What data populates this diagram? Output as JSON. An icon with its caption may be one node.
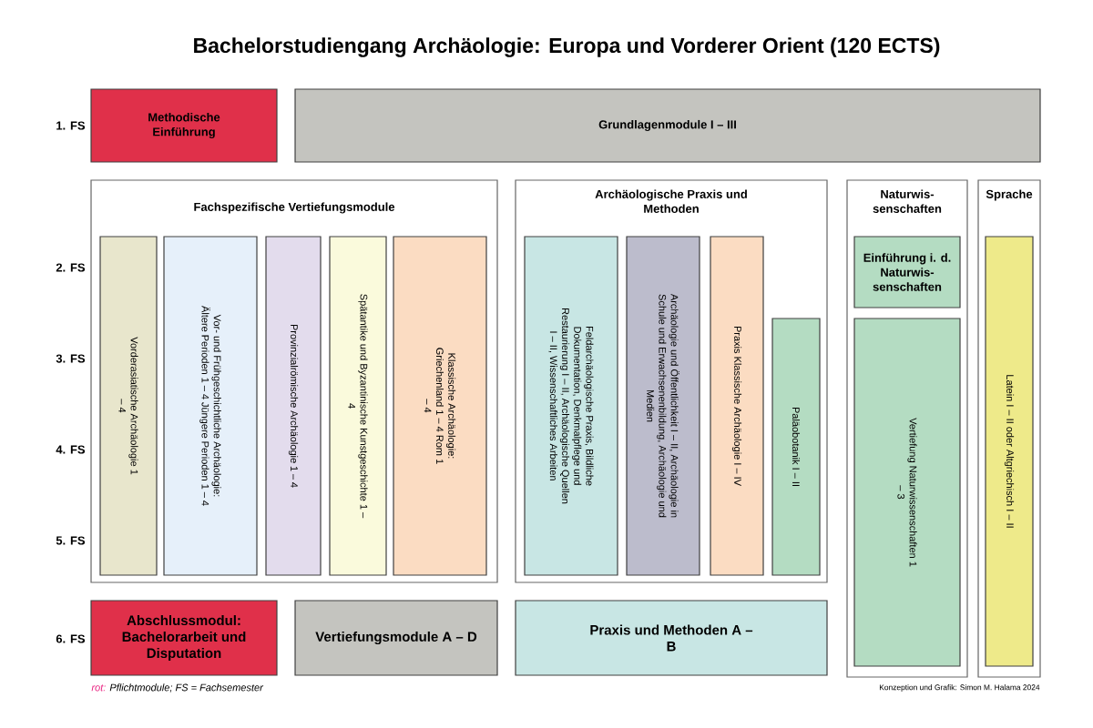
{
  "diagram": {
    "title": "Bachelorstudiengang Archäologie: Europa und Vorderer Orient (120 ECTS)",
    "nodes": [
      {
        "text": [
          "Methodische Einführung"
        ]
      },
      {
        "text": [
          "Grundlagenmodule I – III"
        ]
      },
      {
        "text": [
          "Fachspezifische Vertiefungsmodule"
        ]
      },
      {
        "text": [
          "Vorderasiatische Archäologie 1 – 4"
        ],
        "in": 2
      },
      {
        "text": [
          "Vor- und Frühgeschichtliche Archäologie: Ältere Perioden 1 – 4 Jüngere Perioden 1 – 4"
        ],
        "in": 2
      },
      {
        "text": [
          "Provinzialrömische Archäologie 1 – 4"
        ],
        "in": 2
      },
      {
        "text": [
          "Spätantike und Byzantinische Kunstgeschichte 1 – 4"
        ],
        "in": 2
      },
      {
        "text": [
          "Klassische Archäologie: Griechenland 1 – 4 Rom 1 – 4"
        ],
        "in": 2
      },
      {
        "text": [
          "Archäologische Praxis und Methoden"
        ]
      },
      {
        "text": [
          "Feldarchäologische Praxis, Bildliche Dokumentation, Denkmalpflege und Restaurierung I – II, Archäologische Quellen I – II, Wissenschaftliches Arbeiten"
        ],
        "in": 8
      },
      {
        "text": [
          "Archäologie und Öffentlichkeit I – II, Archäologie in Schule und Erwachsenenbildung, Archäologie und Medien"
        ],
        "in": 8
      },
      {
        "text": [
          "Praxis Klassische Archäologie I – IV"
        ],
        "in": 8
      },
      {
        "text": [
          "Paläobotanik I – II"
        ],
        "in": 8
      },
      {
        "text": [
          "Naturwis- senschaften"
        ]
      },
      {
        "text": [
          "Einführung i. d. Naturwis- senschaften"
        ],
        "in": 13
      },
      {
        "text": [
          "Vertiefung Naturwissenschaften 1 – 3"
        ],
        "in": 13
      },
      {
        "text": [
          "Sprache"
        ]
      },
      {
        "text": [
          "Latein I – II oder Altgriechisch I – II"
        ],
        "in": 16
      },
      {
        "text": [
          "Abschlussmodul: Bachelorarbeit und Disputation"
        ]
      },
      {
        "text": [
          "Vertiefungsmodule A – D"
        ]
      },
      {
        "text": [
          "Praxis und Methoden A – B"
        ]
      }
    ],
    "labels": [
      "1. FS",
      "2. FS",
      "3. FS",
      "4. FS",
      "5. FS",
      "6. FS",
      "rot:",
      "Pflichtmodule; FS = Fachsemester",
      "Konzeption und Grafik: Simon M. Halama 2024"
    ]
  }
}
